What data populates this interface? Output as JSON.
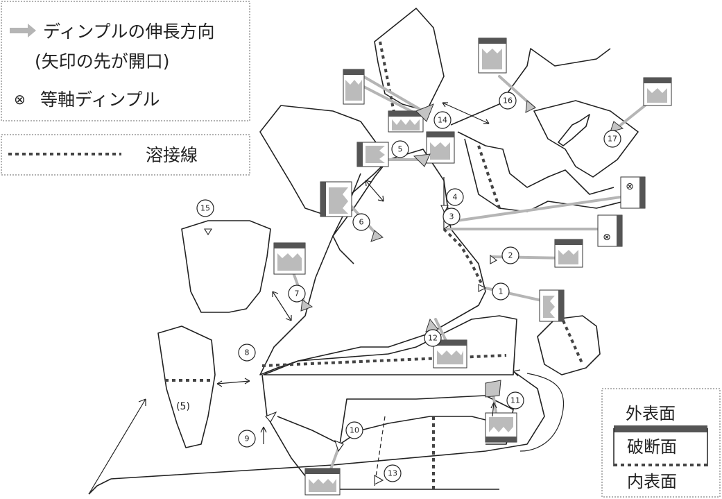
{
  "legend": {
    "arrow_line1": "ディンプルの伸長方向",
    "arrow_line2": "(矢印の先が開口)",
    "equiaxed_symbol": "⊗",
    "equiaxed_label": "等軸ディンプル",
    "weld_label": "溶接線"
  },
  "surface_legend": {
    "outer": "外表面",
    "fracture": "破断面",
    "inner": "内表面"
  },
  "markers": [
    "1",
    "2",
    "3",
    "4",
    "5",
    "6",
    "7",
    "8",
    "9",
    "10",
    "11",
    "12",
    "13",
    "14",
    "15",
    "16",
    "17"
  ],
  "fragment_label": "(5)",
  "colors": {
    "arrow_gray": "#b5b5b5",
    "line": "#222222",
    "sample_dark": "#555555"
  }
}
